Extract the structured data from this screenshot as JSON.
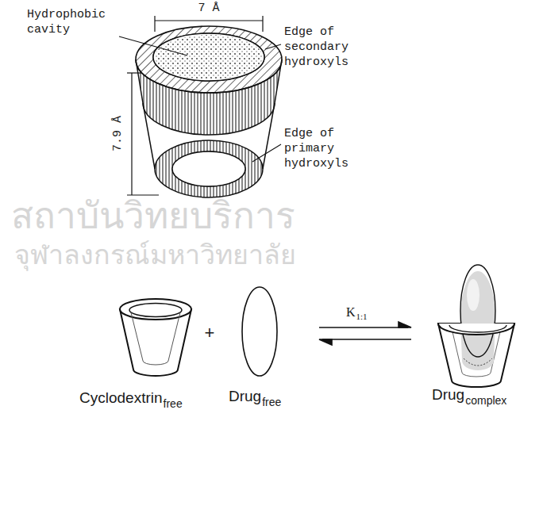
{
  "diagram": {
    "labels": [
      "Hydrophobic cavity",
      "7 Å",
      "Edge of secondary hydroxyls",
      "7.9 Å",
      "Edge of primary hydroxyls",
      "สถาบันวิทยบริการ",
      "จุฬาลงกรณ์มหาวิทยาลัย",
      "K",
      "1:1",
      "+",
      "Cyclodextrin",
      "free",
      "Drug",
      "free",
      "Drug",
      "complex"
    ]
  }
}
